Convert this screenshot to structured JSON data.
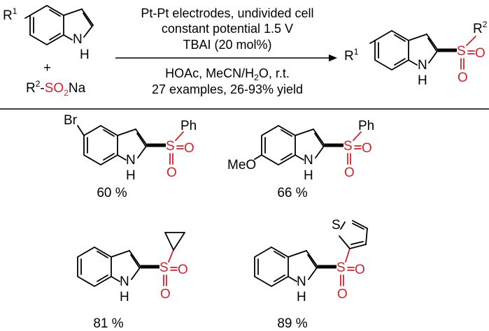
{
  "reaction": {
    "substrate_label_r1": "R",
    "substrate_label_r1_sup": "1",
    "nh_label": "N",
    "h_label": "H",
    "plus": "+",
    "sulfinate_r2": "R",
    "sulfinate_r2_sup": "2",
    "sulfinate_dash": "-",
    "sulfinate_so": "SO",
    "sulfinate_sub": "2",
    "sulfinate_na": "Na",
    "conditions_above": [
      "Pt-Pt electrodes, undivided cell",
      "constant potential 1.5 V",
      "TBAI (20 mol%)"
    ],
    "conditions_below_1_a": "HOAc, MeCN/H",
    "conditions_below_1_sub": "2",
    "conditions_below_1_b": "O, r.t.",
    "conditions_below_2": "27 examples, 26-93% yield",
    "product_r1": "R",
    "product_r1_sup": "1",
    "product_r2": "R",
    "product_r2_sup": "2",
    "sulfur": "S",
    "oxygen": "O"
  },
  "examples": [
    {
      "substituent": "Br",
      "r2": "Ph",
      "yield": "60 %"
    },
    {
      "substituent": "MeO",
      "r2": "Ph",
      "yield": "66 %"
    },
    {
      "substituent": "",
      "r2": "cyclopropyl",
      "yield": "81 %"
    },
    {
      "substituent": "",
      "r2": "S",
      "yield": "89 %"
    }
  ],
  "colors": {
    "sulfonyl": "#d9202a",
    "text": "#000000"
  }
}
